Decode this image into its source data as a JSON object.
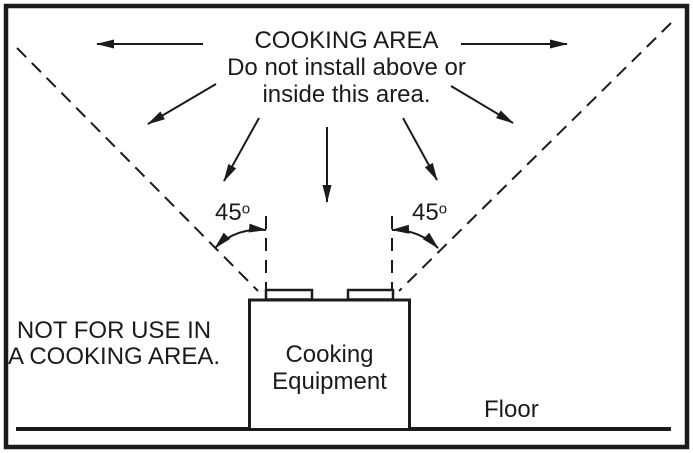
{
  "colors": {
    "ink": "#1b1b1b",
    "background": "#ffffff"
  },
  "cooking_area": {
    "title": "COOKING AREA",
    "line1": "Do not install above or",
    "line2": "inside this area."
  },
  "angles": {
    "left": {
      "value": "45",
      "unit": "o"
    },
    "right": {
      "value": "45",
      "unit": "o"
    }
  },
  "side_warning": {
    "line1": "NOT FOR USE IN",
    "line2": "A COOKING AREA."
  },
  "equipment": {
    "line1": "Cooking",
    "line2": "Equipment"
  },
  "floor": {
    "label": "Floor"
  }
}
